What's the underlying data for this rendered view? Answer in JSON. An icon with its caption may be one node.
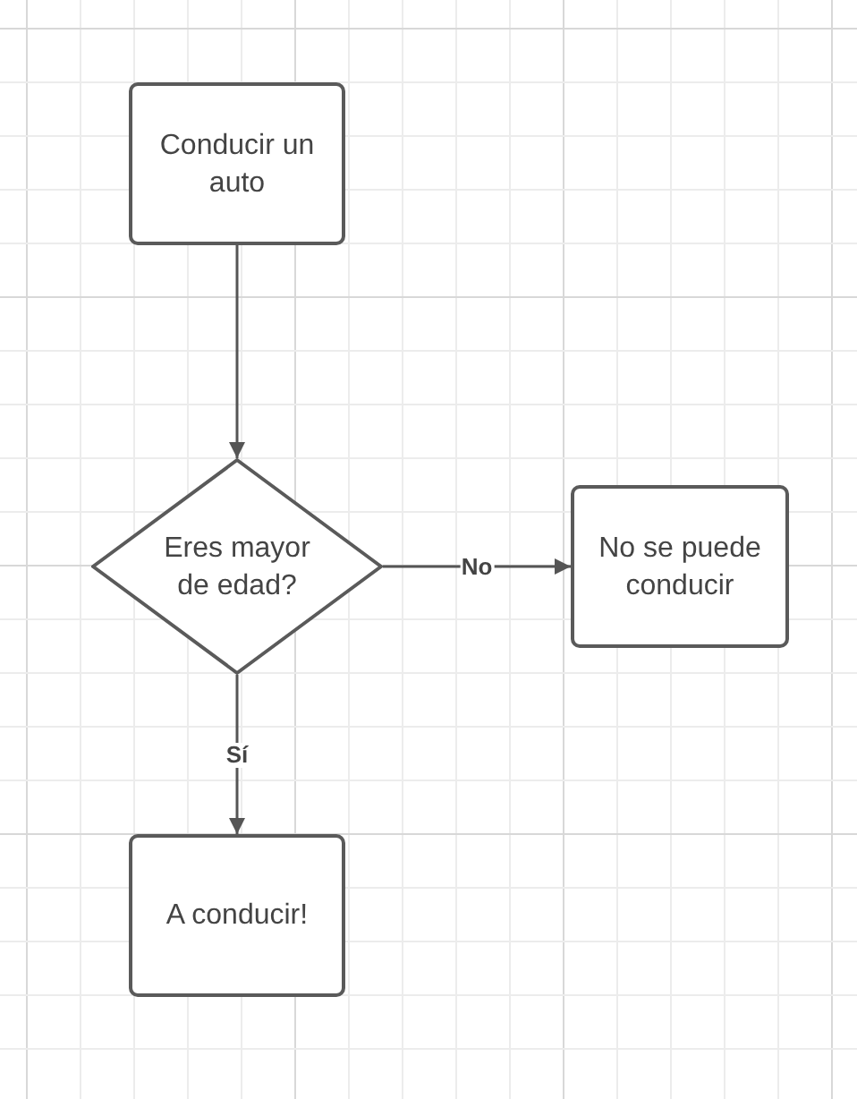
{
  "diagram": {
    "nodes": [
      {
        "text": [
          "Conducir un auto"
        ]
      },
      {
        "text": [
          "Eres mayor de edad?"
        ]
      },
      {
        "text": [
          "No se puede conducir"
        ]
      },
      {
        "text": [
          "A conducir!"
        ]
      }
    ],
    "edges": [
      {
        "from": 0,
        "to": 1,
        "arrow": "to"
      },
      {
        "from": 1,
        "to": 2,
        "arrow": "to",
        "label": "No"
      },
      {
        "from": 1,
        "to": 3,
        "arrow": "to",
        "label": "Sí"
      }
    ]
  }
}
